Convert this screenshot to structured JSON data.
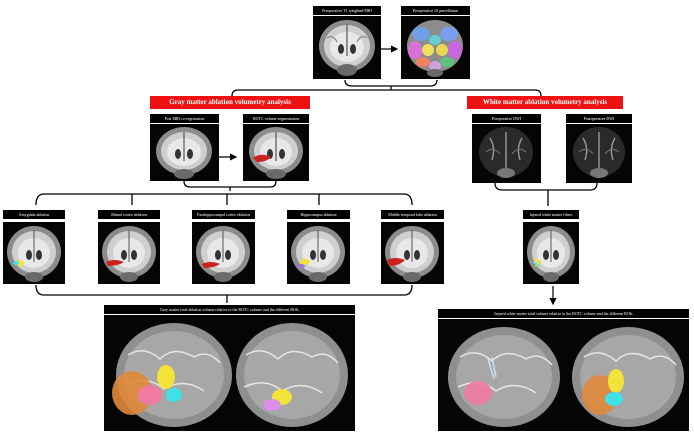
{
  "top": {
    "pre_mri_label": "Preoperative T1 weighted MRI",
    "parcellation_label": "Preoperative 1S parcellation"
  },
  "gray_matter": {
    "header": "Gray matter ablation volumetry analysis",
    "post_mri_label": "Post MRI co-registration",
    "roi_seg_label": "ROTC volume segmentation",
    "regions": [
      {
        "label": "Amygdala ablation"
      },
      {
        "label": "Rhinal cortex ablation"
      },
      {
        "label": "Parahippocampal cortex ablation"
      },
      {
        "label": "Hippocampus ablation"
      },
      {
        "label": "Middle temporal lobe ablation"
      }
    ],
    "summary_label": "Gray matter total ablation volume relative to the ROTC volume and the different ROIs"
  },
  "white_matter": {
    "header": "White matter ablation volumetry analysis",
    "pre_dwi_label": "Preoperative DWI",
    "post_dwi_label": "Postoperative DWI",
    "injured_label": "Injured white matter fibers",
    "summary_label": "Injured white matter total volume relative to the ROTC volume and the different ROIs"
  },
  "colors": {
    "header_red": "#ee1111",
    "label_bg": "#000000",
    "seg_red": "#cc2222",
    "fiber_orange": "#e08a3a",
    "fiber_yellow": "#f2e23a",
    "fiber_cyan": "#3fe0e8",
    "fiber_pink": "#f07aa0"
  }
}
